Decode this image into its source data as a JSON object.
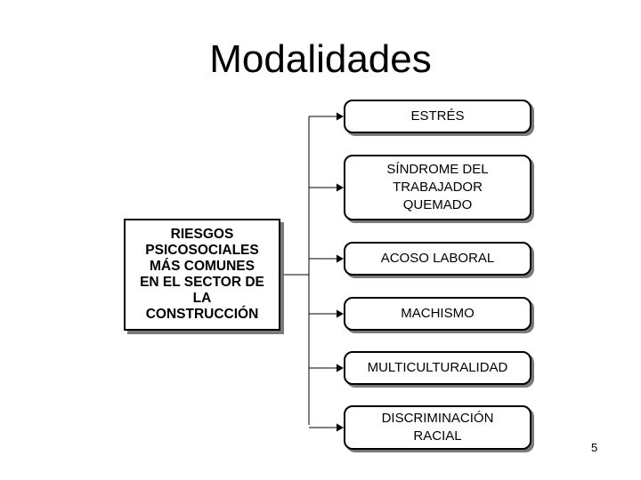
{
  "title": "Modalidades",
  "root": "RIESGOS\nPSICOSOCIALES\nMÁS COMUNES\nEN EL SECTOR DE\nLA\nCONSTRUCCIÓN",
  "nodes": [
    "ESTRÉS",
    "SÍNDROME DEL\nTRABAJADOR\nQUEMADO",
    "ACOSO LABORAL",
    "MACHISMO",
    "MULTICULTURALIDAD",
    "DISCRIMINACIÓN\nRACIAL"
  ],
  "page_number": "5"
}
